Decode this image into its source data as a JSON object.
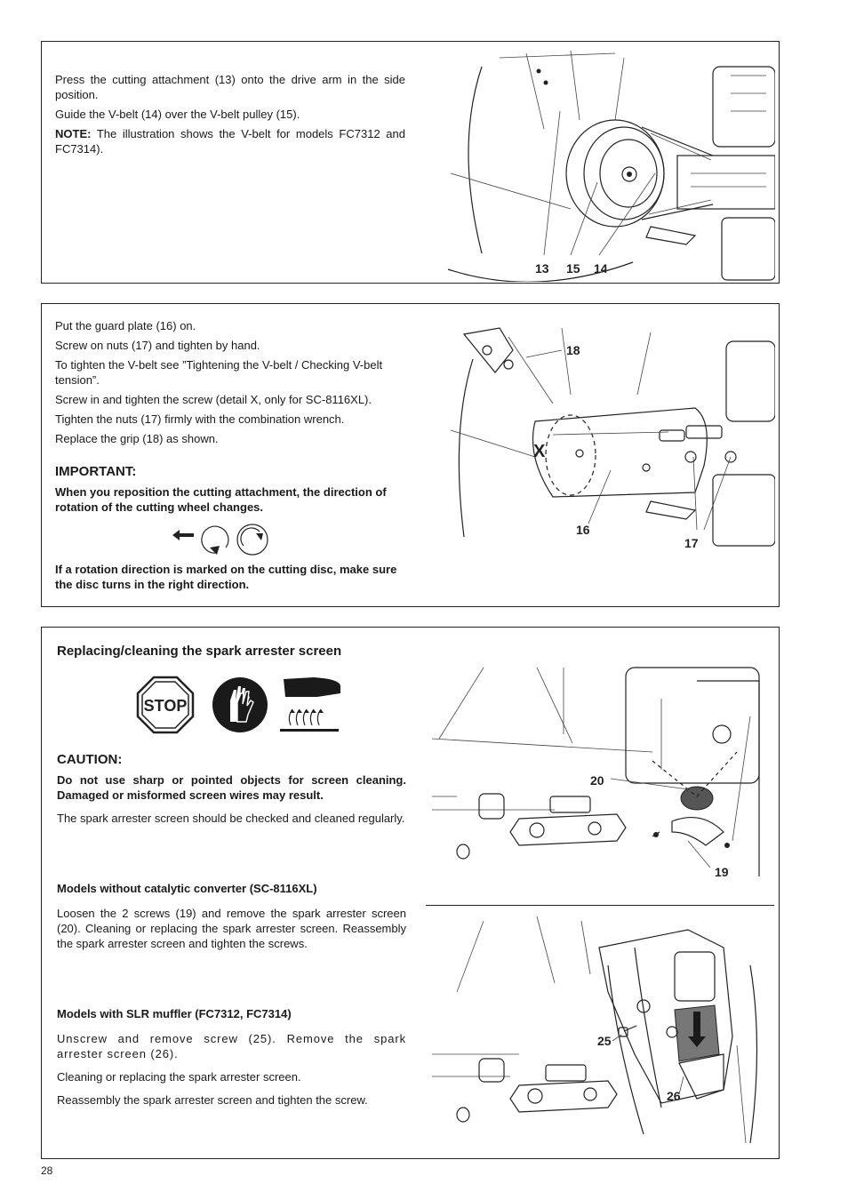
{
  "section1": {
    "p1": "Press the cutting attachment (13) onto the drive arm in the side position.",
    "p2": "Guide the V-belt (14) over the V-belt pulley (15).",
    "note_label": "NOTE:",
    "note_text": " The illustration shows the V-belt for models FC7312 and FC7314).",
    "callouts": [
      "13",
      "15",
      "14"
    ]
  },
  "section2": {
    "lines": [
      "Put the guard plate (16) on.",
      "Screw on nuts (17) and tighten by hand.",
      "To tighten the V-belt see ”Tightening the V-belt / Checking V-belt tension”.",
      "Screw in and tighten the screw (detail X, only for SC-8116XL).",
      "Tighten the nuts (17) firmly with the combination wrench.",
      "Replace the grip (18) as shown."
    ],
    "important_heading": "IMPORTANT:",
    "important_text": "When you reposition the cutting attachment, the direction of rotation of the cutting wheel changes.",
    "rotation_text": "If a rotation direction is marked on the cutting disc, make sure the disc turns in the right direction.",
    "callouts": {
      "c18": "18",
      "cX": "X",
      "c16": "16",
      "c17": "17"
    }
  },
  "section3": {
    "heading": "Replacing/cleaning the spark arrester screen",
    "stop_label": "STOP",
    "caution_heading": "CAUTION:",
    "caution_text": "Do not use sharp or pointed objects for screen cleaning. Damaged or misformed screen wires may result.",
    "caution_para": "The spark arrester screen should be checked and cleaned regularly.",
    "models1_heading": "Models without catalytic converter (SC-8116XL)",
    "models1_text": "Loosen the 2 screws (19) and remove the spark arrester screen (20). Cleaning or replacing the spark arrester screen. Reassembly the spark arrester screen and tighten the screws.",
    "models2_heading": "Models with SLR muffler (FC7312, FC7314)",
    "models2_text1": "Unscrew and remove screw (25). Remove the spark arrester screen (26).",
    "models2_text2": "Cleaning or replacing the spark arrester screen.",
    "models2_text3": "Reassembly the spark arrester screen and tighten the screw.",
    "callouts": {
      "c20": "20",
      "c19": "19",
      "c25": "25",
      "c26": "26"
    }
  },
  "page_number": "28"
}
